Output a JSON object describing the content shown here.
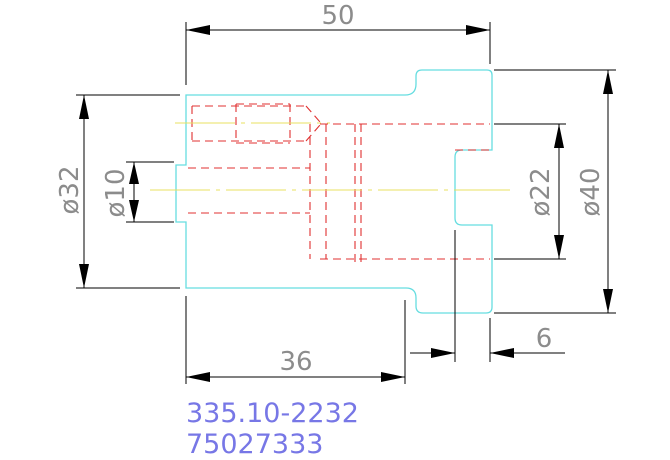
{
  "dimensions": {
    "overall_length": "50",
    "diameter_left": "ø32",
    "diameter_bore": "ø10",
    "diameter_right_recess": "ø22",
    "diameter_flange": "ø40",
    "length_shaft": "36",
    "flange_width": "6"
  },
  "part_info": {
    "code_line_1": "335.10-2232",
    "code_line_2": "75027333"
  },
  "colors": {
    "outline": "#66dde0",
    "hidden_lines": "#e03030",
    "center_lines": "#e8e060",
    "dimension_lines": "#000000",
    "dimension_text": "#8c8c8c",
    "part_code": "#7777e6"
  }
}
